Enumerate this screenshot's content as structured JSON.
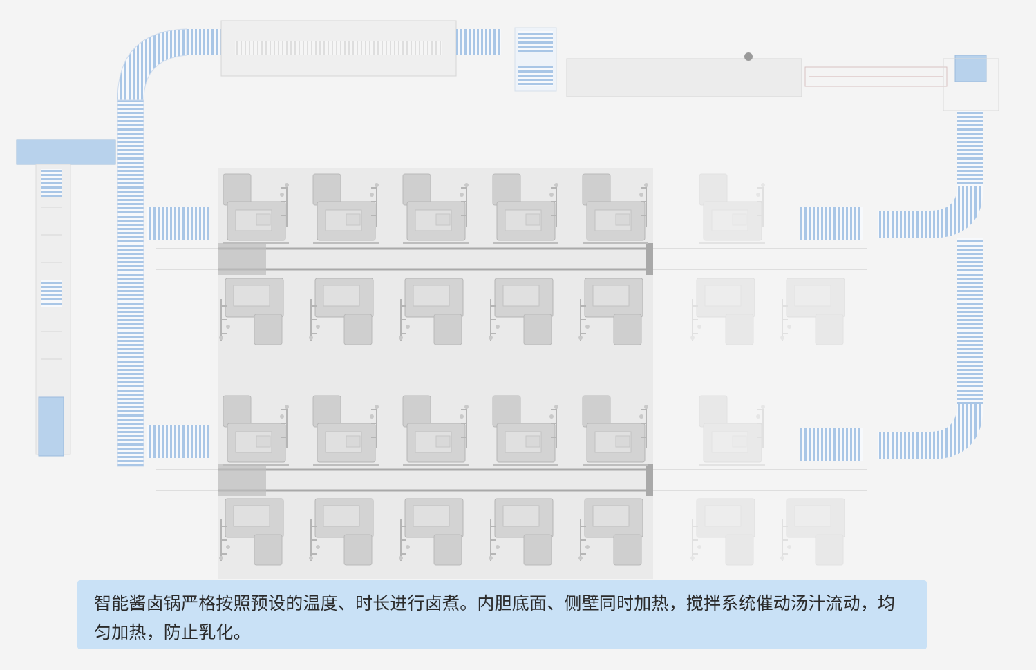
{
  "caption": {
    "text": "智能酱卤锅严格按照预设的温度、时长进行卤煮。内胆底面、侧壁同时加热，搅拌系统催动汤汁流动，均匀加热，防止乳化。"
  },
  "colors": {
    "background": "#f4f4f4",
    "conveyor_blue": "#a9c6e6",
    "conveyor_dark_blue": "#7fa8d6",
    "machine_gray": "#cfcfcf",
    "highlight_panel": "#eaeaea",
    "caption_bg": "#c9e1f6"
  },
  "layout_summary": {
    "highlighted_cooker_columns": 5,
    "faded_cooker_columns": 2,
    "cooker_blocks": 2
  }
}
